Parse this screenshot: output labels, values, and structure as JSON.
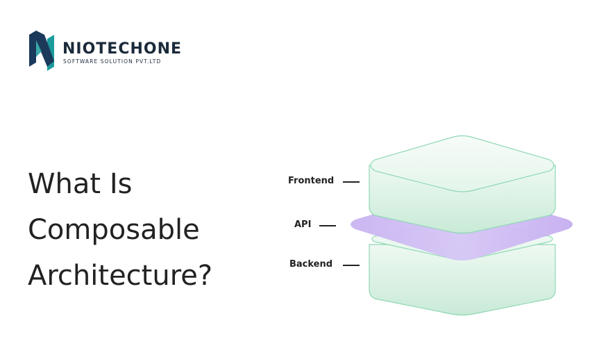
{
  "brand": {
    "name": "NIOTECHONE",
    "subtitle": "SOFTWARE SOLUTION PVT.LTD",
    "colors": {
      "teal": "#1c9b9c",
      "navy": "#1b3a5b",
      "text": "#1b2a3a"
    }
  },
  "headline": {
    "line1": "What Is",
    "line2": "Composable",
    "line3": "Architecture?"
  },
  "layers": [
    {
      "label": "Frontend",
      "color": "#d9f2e4"
    },
    {
      "label": "API",
      "color": "#cdb7f3"
    },
    {
      "label": "Backend",
      "color": "#d9f2e4"
    }
  ]
}
